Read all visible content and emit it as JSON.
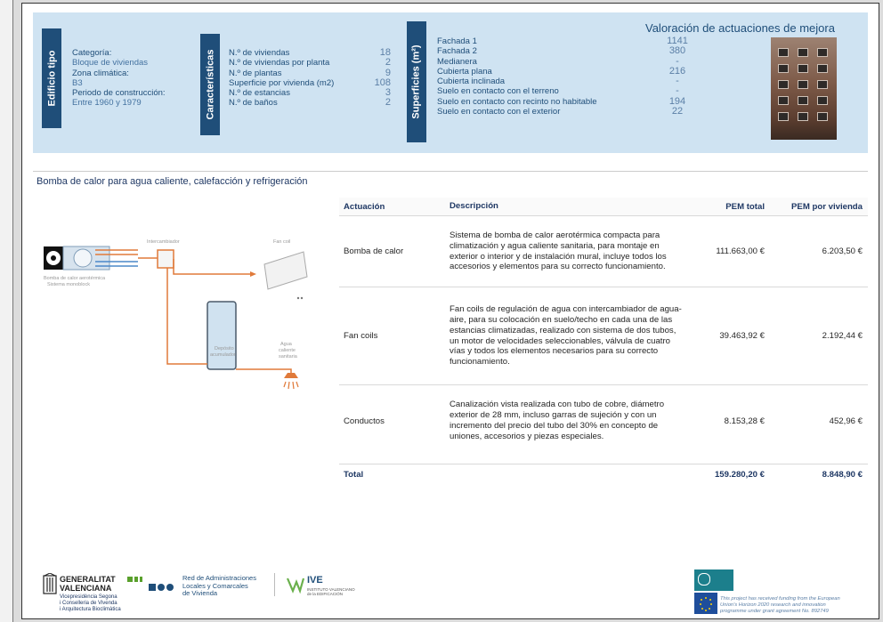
{
  "header": {
    "tab_edificio": "Edificio tipo",
    "categoria_label": "Categoría:",
    "categoria_value": "Bloque de viviendas",
    "zona_label": "Zona climática:",
    "zona_value": "B3",
    "periodo_label": "Periodo de construcción:",
    "periodo_value": "Entre 1960 y 1979",
    "tab_caracteristicas": "Características",
    "caracteristicas": [
      {
        "label": "N.º de viviendas",
        "value": "18"
      },
      {
        "label": "N.º de viviendas por planta",
        "value": "2"
      },
      {
        "label": "N.º de plantas",
        "value": "9"
      },
      {
        "label": "Superficie por vivienda (m2)",
        "value": "108"
      },
      {
        "label": "N.º de estancias",
        "value": "3"
      },
      {
        "label": "N.º de baños",
        "value": "2"
      }
    ],
    "tab_superficies": "Superficies (m²)",
    "superficies": [
      {
        "label": "Fachada 1",
        "value": "1141"
      },
      {
        "label": "Fachada 2",
        "value": "380"
      },
      {
        "label": "Medianera",
        "value": "-"
      },
      {
        "label": "Cubierta plana",
        "value": "216"
      },
      {
        "label": "Cubierta inclinada",
        "value": "-"
      },
      {
        "label": "Suelo en contacto con el terreno",
        "value": "-"
      },
      {
        "label": "Suelo en contacto con recinto no habitable",
        "value": "194"
      },
      {
        "label": "Suelo en contacto con el exterior",
        "value": "22"
      }
    ],
    "valoracion_title": "Valoración de actuaciones de mejora"
  },
  "section_title": "Bomba de calor para agua caliente, calefacción y refrigeración",
  "diagram": {
    "intercambiador": "Intercambiador",
    "fan_coil": "Fan coil",
    "bomba_line1": "Bomba de calor aerotérmica",
    "bomba_line2": "Sistema monoblock",
    "deposito_line1": "Depósito",
    "deposito_line2": "acumulador",
    "agua_line1": "Agua",
    "agua_line2": "caliente",
    "agua_line3": "sanitaria"
  },
  "table": {
    "headers": {
      "actuacion": "Actuación",
      "descripcion": "Descripción",
      "pem_total": "PEM total",
      "pem_vivienda": "PEM por vivienda"
    },
    "rows": [
      {
        "actuacion": "Bomba de calor",
        "descripcion": "Sistema de bomba de calor aerotérmica compacta para climatización y agua caliente sanitaria, para montaje en exterior o interior y de instalación mural, incluye todos los accesorios y elementos para su correcto funcionamiento.",
        "pem_total": "111.663,00 €",
        "pem_vivienda": "6.203,50 €"
      },
      {
        "actuacion": "Fan coils",
        "descripcion": "Fan coils de regulación de agua con intercambiador de agua-aire, para su colocación en suelo/techo en cada una de las estancias climatizadas, realizado con sistema de dos tubos, un motor de velocidades seleccionables, válvula de cuatro vías y todos los elementos necesarios para su correcto funcionamiento.",
        "pem_total": "39.463,92 €",
        "pem_vivienda": "2.192,44 €"
      },
      {
        "actuacion": "Conductos",
        "descripcion": "Canalización vista realizada con tubo de cobre, diámetro exterior de 28 mm, incluso garras de sujeción y con un incremento del precio del tubo del 30% en concepto de uniones, accesorios y piezas especiales.",
        "pem_total": "8.153,28 €",
        "pem_vivienda": "452,96 €"
      }
    ],
    "total_label": "Total",
    "total_pem": "159.280,20 €",
    "total_vivienda": "8.848,90 €"
  },
  "footer": {
    "gva_line1": "GENERALITAT",
    "gva_line2": "VALENCIANA",
    "gva_sub1": "Vicepresidència Segona",
    "gva_sub2": "i Conselleria de Vivenda",
    "gva_sub3": "i Arquitectura Bioclimàtica",
    "red_line1": "Red de Administraciones",
    "red_line2": "Locales y Comarcales",
    "red_line3": "de Vivienda",
    "ive_name": "IVE",
    "ive_sub1": "INSTITUTO VALENCIANO",
    "ive_sub2": "de la EDIFICACIÓN",
    "eu_line1": "This project has received funding from the European",
    "eu_line2": "Union's Horizon 2020 research and innovation",
    "eu_line3": "programme under grant agreement No. 892749"
  }
}
